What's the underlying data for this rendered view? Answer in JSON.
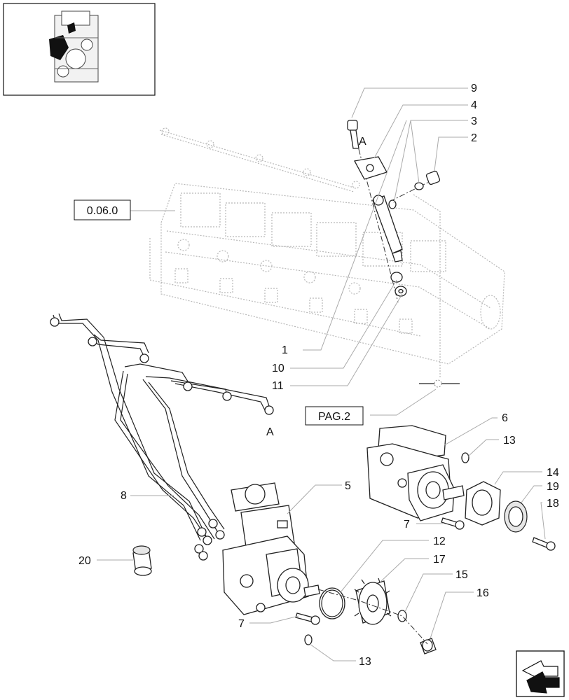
{
  "callouts": [
    "9",
    "4",
    "3",
    "2",
    "1",
    "10",
    "11",
    "6",
    "13",
    "14",
    "19",
    "18",
    "5",
    "8",
    "12",
    "17",
    "15",
    "16",
    "20",
    "7",
    "7",
    "13"
  ],
  "section_refs": {
    "cylinder_head": "0.06.0",
    "continuation": "PAG.2"
  },
  "connection_letter": "A",
  "icons": {
    "thumbnail": "engine-thumbnail-icon",
    "nav": "next-page-arrow-icon"
  }
}
